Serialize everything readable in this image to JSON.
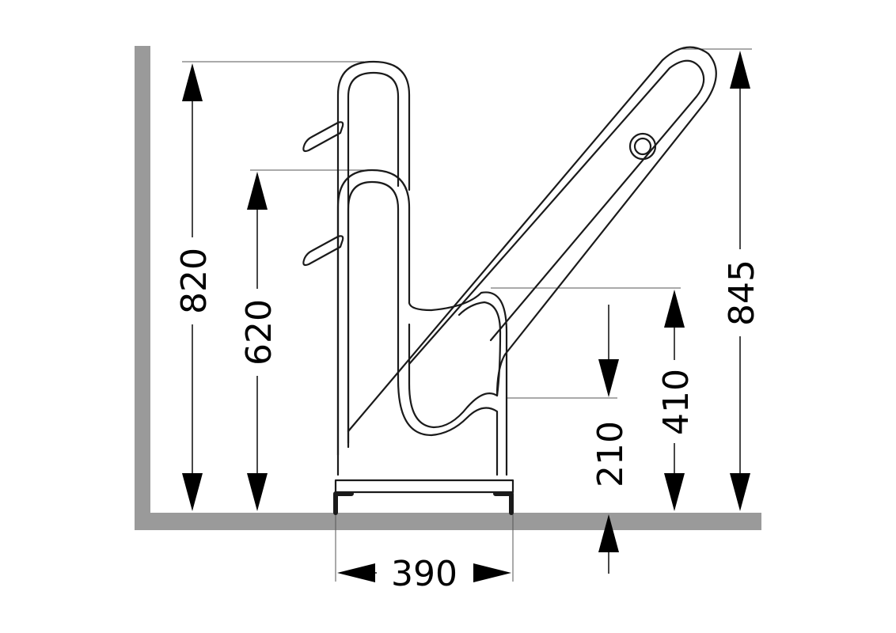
{
  "dimensions": {
    "height_top": "820",
    "height_upper_hook": "620",
    "height_arm_tip": "845",
    "height_arm_base": "410",
    "height_wheel_slot": "210",
    "width_base": "390"
  },
  "colors": {
    "wall_floor": "#9a9a9a",
    "line": "#1a1a1a",
    "extension_line": "#555555",
    "background": "#ffffff"
  }
}
